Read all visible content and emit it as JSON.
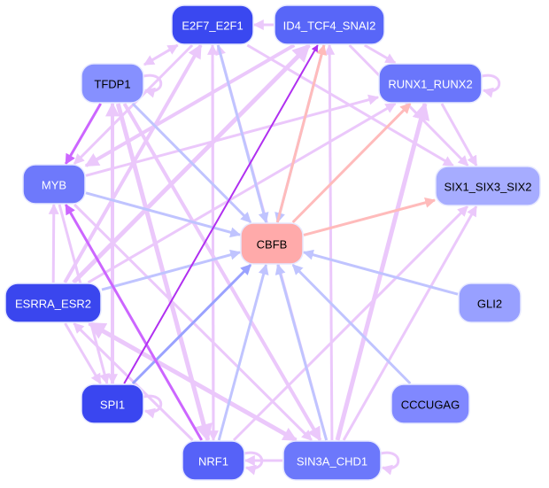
{
  "diagram": {
    "type": "network",
    "title": "",
    "edge_colors": {
      "lavender": "#ebc8fb",
      "violet": "#cc66ff",
      "purple": "#b030f0",
      "blue": "#c0c4ff",
      "blue_strong": "#9aa2ff",
      "salmon": "#ffbbbb"
    },
    "nodes": [
      {
        "id": "E2F7_E2F1",
        "label": "E2F7_E2F1",
        "fill": "#3a48f0",
        "text_color": "#ffffff"
      },
      {
        "id": "ID4_TCF4_SNAI2",
        "label": "ID4_TCF4_SNAI2",
        "fill": "#5866f8",
        "text_color": "#ffffff"
      },
      {
        "id": "TFDP1",
        "label": "TFDP1",
        "fill": "#8690ff",
        "text_color": "#000000"
      },
      {
        "id": "RUNX1_RUNX2",
        "label": "RUNX1_RUNX2",
        "fill": "#6a76fb",
        "text_color": "#ffffff"
      },
      {
        "id": "MYB",
        "label": "MYB",
        "fill": "#6e79fb",
        "text_color": "#ffffff"
      },
      {
        "id": "SIX1_SIX3_SIX2",
        "label": "SIX1_SIX3_SIX2",
        "fill": "#a6acff",
        "text_color": "#000000"
      },
      {
        "id": "CBFB",
        "label": "CBFB",
        "fill": "#ffaaaa",
        "text_color": "#000000"
      },
      {
        "id": "ESRRA_ESR2",
        "label": "ESRRA_ESR2",
        "fill": "#3a46ee",
        "text_color": "#ffffff"
      },
      {
        "id": "GLI2",
        "label": "GLI2",
        "fill": "#98a0ff",
        "text_color": "#000000"
      },
      {
        "id": "SPI1",
        "label": "SPI1",
        "fill": "#3a46f0",
        "text_color": "#ffffff"
      },
      {
        "id": "CCCUGAG",
        "label": "CCCUGAG",
        "fill": "#8088ff",
        "text_color": "#000000"
      },
      {
        "id": "NRF1",
        "label": "NRF1",
        "fill": "#5662f8",
        "text_color": "#ffffff"
      },
      {
        "id": "SIN3A_CHD1",
        "label": "SIN3A_CHD1",
        "fill": "#6c78fb",
        "text_color": "#ffffff"
      }
    ],
    "edges": [
      {
        "from": "ID4_TCF4_SNAI2",
        "to": "E2F7_E2F1",
        "color": "lavender",
        "weight": 3
      },
      {
        "from": "ID4_TCF4_SNAI2",
        "to": "RUNX1_RUNX2",
        "color": "lavender",
        "weight": 3
      },
      {
        "from": "RUNX1_RUNX2",
        "to": "RUNX1_RUNX2",
        "color": "lavender",
        "weight": 3
      },
      {
        "from": "E2F7_E2F1",
        "to": "TFDP1",
        "color": "lavender",
        "weight": 3
      },
      {
        "from": "TFDP1",
        "to": "E2F7_E2F1",
        "color": "lavender",
        "weight": 3
      },
      {
        "from": "TFDP1",
        "to": "TFDP1",
        "color": "lavender",
        "weight": 3
      },
      {
        "from": "TFDP1",
        "to": "MYB",
        "color": "violet",
        "weight": 3
      },
      {
        "from": "TFDP1",
        "to": "CBFB",
        "color": "blue",
        "weight": 3
      },
      {
        "from": "E2F7_E2F1",
        "to": "CBFB",
        "color": "blue",
        "weight": 3
      },
      {
        "from": "ID4_TCF4_SNAI2",
        "to": "CBFB",
        "color": "blue",
        "weight": 3
      },
      {
        "from": "CBFB",
        "to": "ID4_TCF4_SNAI2",
        "color": "salmon",
        "weight": 3
      },
      {
        "from": "CBFB",
        "to": "RUNX1_RUNX2",
        "color": "salmon",
        "weight": 3
      },
      {
        "from": "CBFB",
        "to": "SIX1_SIX3_SIX2",
        "color": "salmon",
        "weight": 3
      },
      {
        "from": "MYB",
        "to": "CBFB",
        "color": "blue",
        "weight": 3
      },
      {
        "from": "ESRRA_ESR2",
        "to": "CBFB",
        "color": "blue",
        "weight": 3
      },
      {
        "from": "GLI2",
        "to": "CBFB",
        "color": "blue",
        "weight": 3
      },
      {
        "from": "CCCUGAG",
        "to": "CBFB",
        "color": "blue",
        "weight": 3
      },
      {
        "from": "SPI1",
        "to": "CBFB",
        "color": "blue_strong",
        "weight": 3
      },
      {
        "from": "NRF1",
        "to": "CBFB",
        "color": "blue",
        "weight": 3
      },
      {
        "from": "SIN3A_CHD1",
        "to": "CBFB",
        "color": "blue",
        "weight": 3
      },
      {
        "from": "SPI1",
        "to": "ID4_TCF4_SNAI2",
        "color": "purple",
        "weight": 2
      },
      {
        "from": "NRF1",
        "to": "MYB",
        "color": "violet",
        "weight": 3
      },
      {
        "from": "ESRRA_ESR2",
        "to": "MYB",
        "color": "lavender",
        "weight": 3
      },
      {
        "from": "ESRRA_ESR2",
        "to": "ID4_TCF4_SNAI2",
        "color": "lavender",
        "weight": 5
      },
      {
        "from": "ESRRA_ESR2",
        "to": "E2F7_E2F1",
        "color": "lavender",
        "weight": 4
      },
      {
        "from": "ESRRA_ESR2",
        "to": "RUNX1_RUNX2",
        "color": "lavender",
        "weight": 3
      },
      {
        "from": "ESRRA_ESR2",
        "to": "SPI1",
        "color": "lavender",
        "weight": 3
      },
      {
        "from": "MYB",
        "to": "SPI1",
        "color": "lavender",
        "weight": 3
      },
      {
        "from": "TFDP1",
        "to": "SPI1",
        "color": "lavender",
        "weight": 3
      },
      {
        "from": "SPI1",
        "to": "SPI1",
        "color": "lavender",
        "weight": 3
      },
      {
        "from": "SPI1",
        "to": "TFDP1",
        "color": "lavender",
        "weight": 4
      },
      {
        "from": "TFDP1",
        "to": "NRF1",
        "color": "lavender",
        "weight": 5
      },
      {
        "from": "TFDP1",
        "to": "SIN3A_CHD1",
        "color": "lavender",
        "weight": 4
      },
      {
        "from": "ID4_TCF4_SNAI2",
        "to": "MYB",
        "color": "lavender",
        "weight": 4
      },
      {
        "from": "ID4_TCF4_SNAI2",
        "to": "SIX1_SIX3_SIX2",
        "color": "lavender",
        "weight": 3
      },
      {
        "from": "E2F7_E2F1",
        "to": "SIX1_SIX3_SIX2",
        "color": "lavender",
        "weight": 3
      },
      {
        "from": "E2F7_E2F1",
        "to": "MYB",
        "color": "lavender",
        "weight": 3
      },
      {
        "from": "RUNX1_RUNX2",
        "to": "SIX1_SIX3_SIX2",
        "color": "lavender",
        "weight": 3
      },
      {
        "from": "MYB",
        "to": "RUNX1_RUNX2",
        "color": "lavender",
        "weight": 3
      },
      {
        "from": "E2F7_E2F1",
        "to": "NRF1",
        "color": "lavender",
        "weight": 3
      },
      {
        "from": "NRF1",
        "to": "E2F7_E2F1",
        "color": "lavender",
        "weight": 3
      },
      {
        "from": "NRF1",
        "to": "ESRRA_ESR2",
        "color": "lavender",
        "weight": 3
      },
      {
        "from": "NRF1",
        "to": "NRF1",
        "color": "lavender",
        "weight": 3
      },
      {
        "from": "NRF1",
        "to": "SIX1_SIX3_SIX2",
        "color": "lavender",
        "weight": 3
      },
      {
        "from": "SIN3A_CHD1",
        "to": "NRF1",
        "color": "lavender",
        "weight": 3
      },
      {
        "from": "SIN3A_CHD1",
        "to": "SIN3A_CHD1",
        "color": "lavender",
        "weight": 3
      },
      {
        "from": "SIN3A_CHD1",
        "to": "ID4_TCF4_SNAI2",
        "color": "lavender",
        "weight": 3
      },
      {
        "from": "SIN3A_CHD1",
        "to": "RUNX1_RUNX2",
        "color": "lavender",
        "weight": 5
      },
      {
        "from": "SIN3A_CHD1",
        "to": "SIX1_SIX3_SIX2",
        "color": "lavender",
        "weight": 3
      },
      {
        "from": "SIN3A_CHD1",
        "to": "ESRRA_ESR2",
        "color": "lavender",
        "weight": 5
      },
      {
        "from": "SIN3A_CHD1",
        "to": "E2F7_E2F1",
        "color": "lavender",
        "weight": 3
      },
      {
        "from": "ESRRA_ESR2",
        "to": "SIN3A_CHD1",
        "color": "lavender",
        "weight": 4
      },
      {
        "from": "MYB",
        "to": "SIN3A_CHD1",
        "color": "lavender",
        "weight": 3
      }
    ]
  }
}
